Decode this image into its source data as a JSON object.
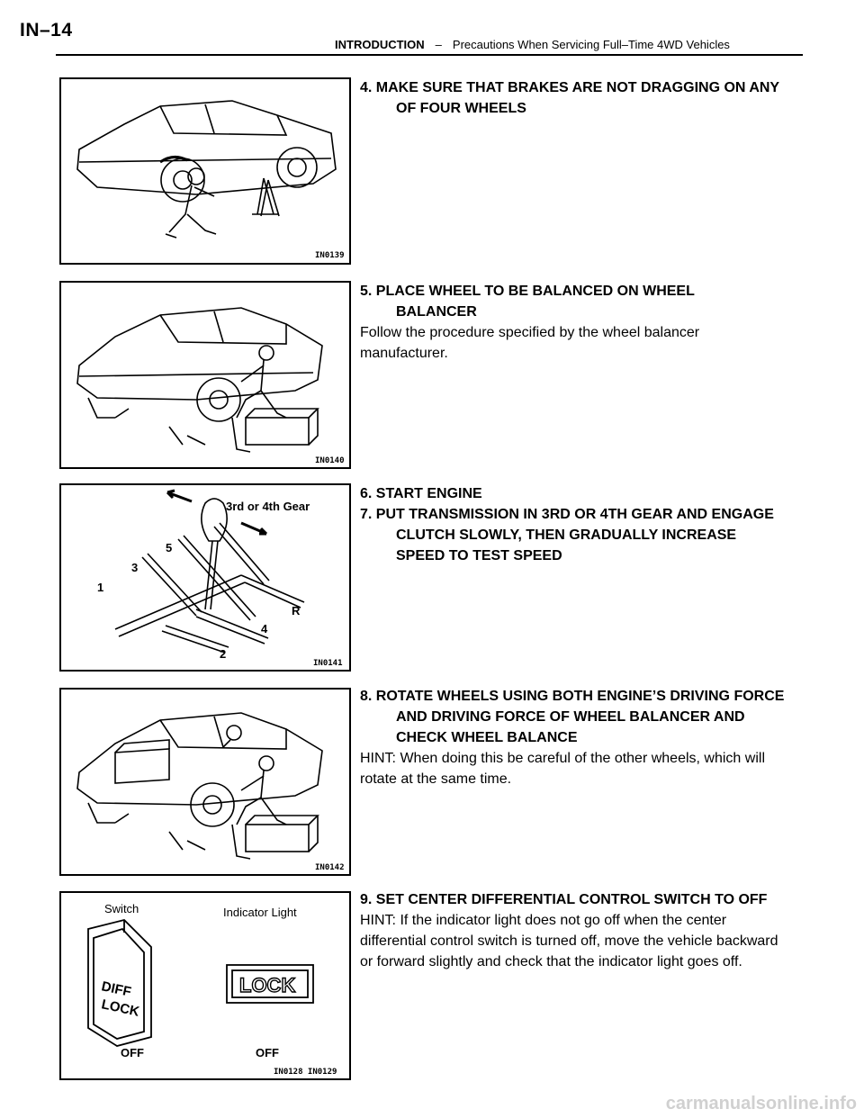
{
  "header": {
    "page_number": "IN–14",
    "section": "INTRODUCTION",
    "separator": "–",
    "subtitle": "Precautions When Servicing Full–Time 4WD Vehicles"
  },
  "figures": [
    {
      "code": "IN0139"
    },
    {
      "code": "IN0140"
    },
    {
      "code": "IN0141",
      "gear_label": "3rd or 4th Gear",
      "gear_numbers": [
        "1",
        "2",
        "3",
        "4",
        "5",
        "R"
      ]
    },
    {
      "code": "IN0142"
    },
    {
      "code": "IN0128 IN0129",
      "switch_label": "Switch",
      "indicator_label": "Indicator Light",
      "switch_text_1": "DIFF",
      "switch_text_2": "LOCK",
      "indicator_text": "LOCK",
      "off_left": "OFF",
      "off_right": "OFF"
    }
  ],
  "steps": [
    {
      "heading": "4. MAKE SURE THAT BRAKES ARE NOT DRAGGING ON ANY OF FOUR WHEELS"
    },
    {
      "heading": "5. PLACE WHEEL TO BE BALANCED ON WHEEL BALANCER",
      "body": "Follow the procedure specified by the wheel balancer manufacturer."
    },
    {
      "heading_a": "6. START ENGINE",
      "heading_b": "7. PUT TRANSMISSION IN 3RD OR 4TH GEAR AND ENGAGE CLUTCH SLOWLY, THEN GRADUALLY INCREASE SPEED TO TEST SPEED"
    },
    {
      "heading": "8. ROTATE WHEELS USING BOTH ENGINE’S DRIVING FORCE AND DRIVING FORCE OF WHEEL BALANCER AND CHECK WHEEL BALANCE",
      "body": "HINT: When doing this be careful of the other wheels, which will rotate at the same time."
    },
    {
      "heading": "9. SET CENTER DIFFERENTIAL CONTROL SWITCH TO OFF",
      "body": "HINT: If the indicator light does not go off when the center differential control switch is turned off, move the vehicle backward or forward slightly and check that the indicator light goes off."
    }
  ],
  "watermark": "carmanualsonline.info"
}
